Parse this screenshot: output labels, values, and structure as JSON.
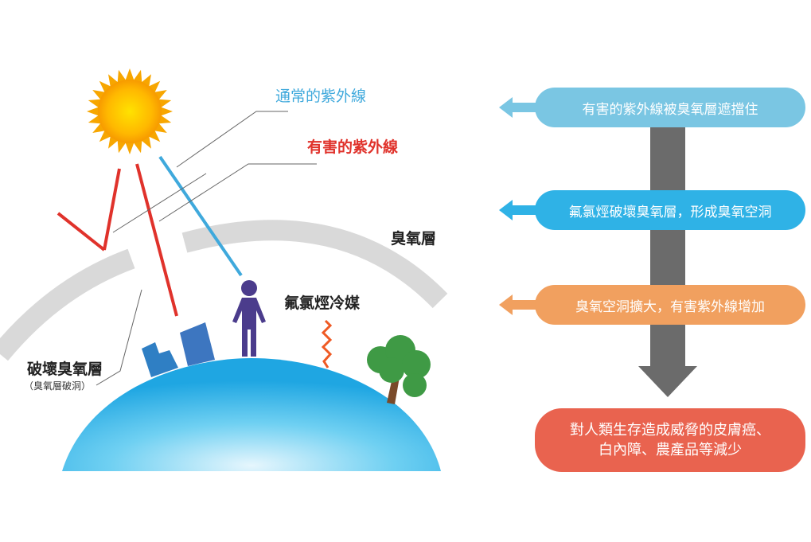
{
  "labels": {
    "normal_uv": "通常的紫外線",
    "harmful_uv": "有害的紫外線",
    "ozone_layer": "臭氧層",
    "cfc_refrigerant": "氟氯烴冷媒",
    "ozone_destruction": "破壞臭氧層",
    "ozone_hole": "（臭氧層破洞）"
  },
  "flow": {
    "steps": [
      "有害的紫外線被臭氧層遮擋住",
      "氟氯烴破壞臭氧層，形成臭氧空洞",
      "臭氧空洞擴大，有害紫外線增加"
    ],
    "result_line1": "對人類生存造成威脅的皮膚癌、",
    "result_line2": "白內障、農產品等減少"
  },
  "icons": [
    "sun-icon",
    "person-icon",
    "tree-icon",
    "building-icon",
    "heat-wave-icon"
  ],
  "colors": {
    "normal_uv": "#3fa9dc",
    "harmful_uv": "#e0322b",
    "ozone_layer": "#d9d9d9",
    "step1": "#7ac6e3",
    "step2": "#2fb2e6",
    "step3": "#f1a05f",
    "result": "#e9634f",
    "flow_arrow": "#6b6b6b"
  }
}
